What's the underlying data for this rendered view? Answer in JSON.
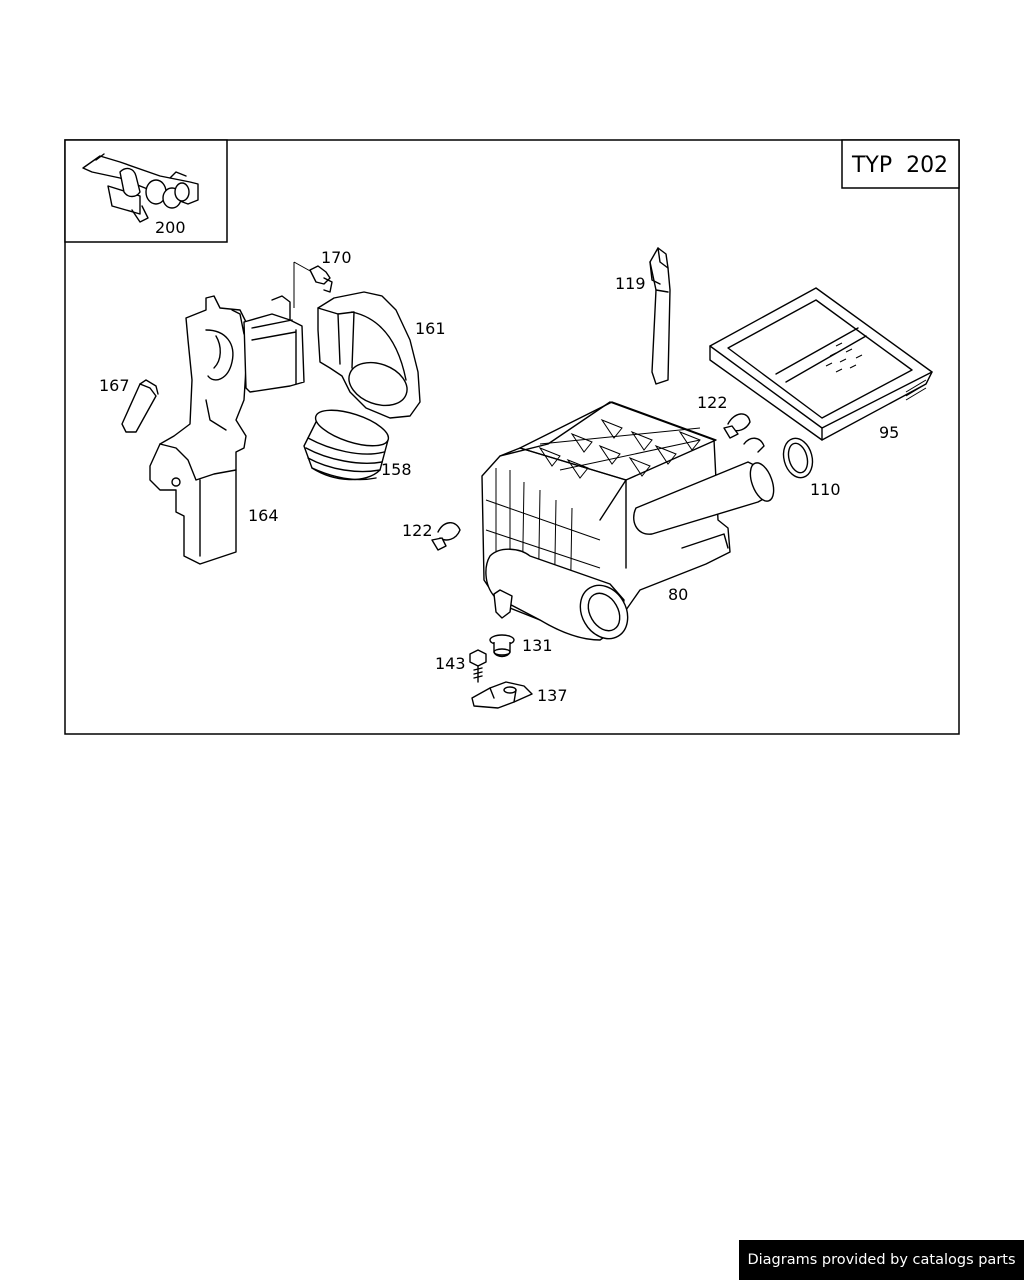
{
  "diagram": {
    "type_label": "TYP  202",
    "callouts": {
      "p200": "200",
      "p170": "170",
      "p161": "161",
      "p167": "167",
      "p164": "164",
      "p158": "158",
      "p119": "119",
      "p122a": "122",
      "p95": "95",
      "p110": "110",
      "p122b": "122",
      "p80": "80",
      "p131": "131",
      "p143": "143",
      "p137": "137"
    }
  },
  "footer": {
    "text": "Diagrams provided by catalogs parts"
  }
}
